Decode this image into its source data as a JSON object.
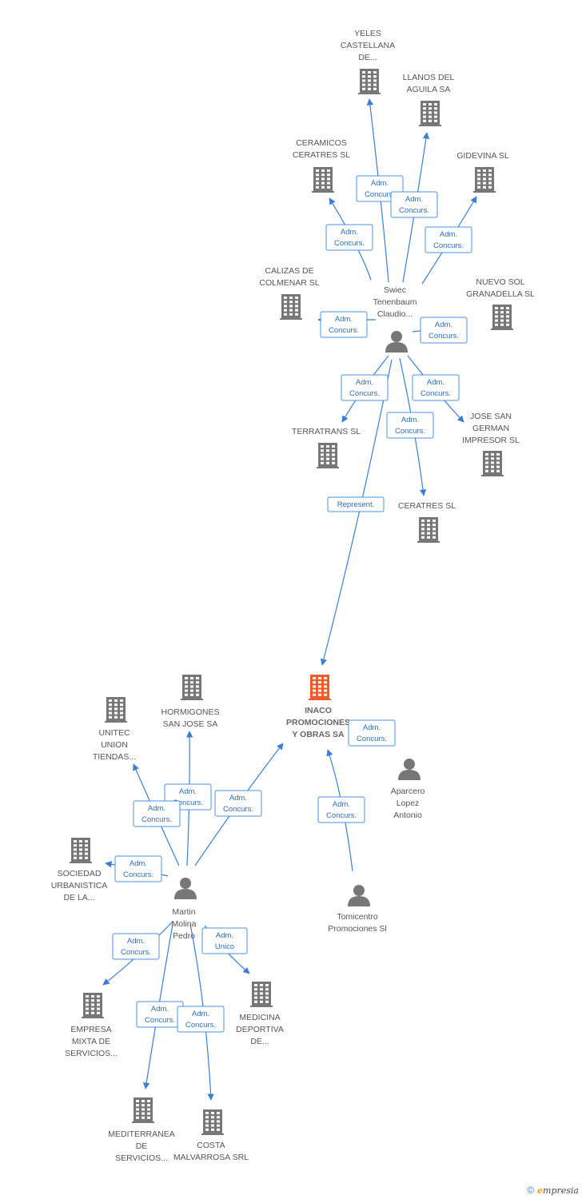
{
  "colors": {
    "edge": "#3a7fd5",
    "building": "#777777",
    "building_main": "#f05a28",
    "person": "#777777"
  },
  "nodes": [
    {
      "id": "yeles",
      "type": "company",
      "label": [
        "YELES",
        "CASTELLANA",
        "DE..."
      ]
    },
    {
      "id": "llanos",
      "type": "company",
      "label": [
        "LLANOS DEL",
        "AGUILA SA"
      ]
    },
    {
      "id": "ceramicos",
      "type": "company",
      "label": [
        "CERAMICOS",
        "CERATRES SL"
      ]
    },
    {
      "id": "gidevina",
      "type": "company",
      "label": [
        "GIDEVINA SL"
      ]
    },
    {
      "id": "calizas",
      "type": "company",
      "label": [
        "CALIZAS DE",
        "COLMENAR SL"
      ]
    },
    {
      "id": "nuevosol",
      "type": "company",
      "label": [
        "NUEVO SOL",
        "GRANADELLA SL"
      ]
    },
    {
      "id": "swiec",
      "type": "person",
      "label": [
        "Swiec",
        "Tenenbaum",
        "Claudio..."
      ]
    },
    {
      "id": "terratrans",
      "type": "company",
      "label": [
        "TERRATRANS SL"
      ]
    },
    {
      "id": "josesan",
      "type": "company",
      "label": [
        "JOSE SAN",
        "GERMAN",
        "IMPRESOR SL"
      ]
    },
    {
      "id": "ceratres",
      "type": "company",
      "label": [
        "CERATRES SL"
      ]
    },
    {
      "id": "inaco",
      "type": "company_main",
      "label": [
        "INACO",
        "PROMOCIONES",
        "Y OBRAS SA"
      ]
    },
    {
      "id": "hormigones",
      "type": "company",
      "label": [
        "HORMIGONES",
        "SAN JOSE SA"
      ]
    },
    {
      "id": "unitec",
      "type": "company",
      "label": [
        "UNITEC",
        "UNION",
        "TIENDAS..."
      ]
    },
    {
      "id": "aparcero",
      "type": "person",
      "label": [
        "Aparcero",
        "Lopez",
        "Antonio"
      ]
    },
    {
      "id": "sociedad",
      "type": "company",
      "label": [
        "SOCIEDAD",
        "URBANISTICA",
        "DE LA..."
      ]
    },
    {
      "id": "martin",
      "type": "person",
      "label": [
        "Martin",
        "Molina",
        "Pedro"
      ]
    },
    {
      "id": "tomicentro",
      "type": "person",
      "label": [
        "Tomicentro",
        "Promociones Sl"
      ]
    },
    {
      "id": "empresa",
      "type": "company",
      "label": [
        "EMPRESA",
        "MIXTA DE",
        "SERVICIOS..."
      ]
    },
    {
      "id": "medicina",
      "type": "company",
      "label": [
        "MEDICINA",
        "DEPORTIVA",
        "DE..."
      ]
    },
    {
      "id": "mediterranea",
      "type": "company",
      "label": [
        "MEDITERRANEA",
        "DE",
        "SERVICIOS..."
      ]
    },
    {
      "id": "costa",
      "type": "company",
      "label": [
        "COSTA",
        "MALVARROSA SRL"
      ]
    }
  ],
  "edges": [
    {
      "from": "swiec",
      "to": "yeles",
      "label": [
        "Adm.",
        "Concurs."
      ]
    },
    {
      "from": "swiec",
      "to": "llanos",
      "label": [
        "Adm.",
        "Concurs."
      ]
    },
    {
      "from": "swiec",
      "to": "ceramicos",
      "label": [
        "Adm.",
        "Concurs."
      ]
    },
    {
      "from": "swiec",
      "to": "gidevina",
      "label": [
        "Adm.",
        "Concurs."
      ]
    },
    {
      "from": "swiec",
      "to": "calizas",
      "label": [
        "Adm.",
        "Concurs."
      ]
    },
    {
      "from": "swiec",
      "to": "nuevosol",
      "label": [
        "Adm.",
        "Concurs."
      ]
    },
    {
      "from": "swiec",
      "to": "terratrans",
      "label": [
        "Adm.",
        "Concurs."
      ]
    },
    {
      "from": "swiec",
      "to": "josesan",
      "label": [
        "Adm.",
        "Concurs."
      ]
    },
    {
      "from": "swiec",
      "to": "ceratres",
      "label": [
        "Adm.",
        "Concurs."
      ]
    },
    {
      "from": "swiec",
      "to": "inaco",
      "label": [
        "Represent."
      ]
    },
    {
      "from": "aparcero",
      "to": "inaco",
      "label": [
        "Adm.",
        "Concurs."
      ]
    },
    {
      "from": "tomicentro",
      "to": "inaco",
      "label": [
        "Adm.",
        "Concurs."
      ]
    },
    {
      "from": "martin",
      "to": "inaco",
      "label": [
        "Adm.",
        "Concurs."
      ]
    },
    {
      "from": "martin",
      "to": "hormigones",
      "label": [
        "Adm.",
        "Concurs."
      ]
    },
    {
      "from": "martin",
      "to": "unitec",
      "label": [
        "Adm.",
        "Concurs."
      ]
    },
    {
      "from": "martin",
      "to": "sociedad",
      "label": [
        "Adm.",
        "Concurs."
      ]
    },
    {
      "from": "martin",
      "to": "empresa",
      "label": [
        "Adm.",
        "Concurs."
      ]
    },
    {
      "from": "martin",
      "to": "medicina",
      "label": [
        "Adm.",
        "Unico"
      ]
    },
    {
      "from": "martin",
      "to": "mediterranea",
      "label": [
        "Adm.",
        "Concurs."
      ]
    },
    {
      "from": "martin",
      "to": "costa",
      "label": [
        "Adm.",
        "Concurs."
      ]
    }
  ],
  "footer": {
    "copyright": "©",
    "brand_first": "e",
    "brand_rest": "mpresia"
  }
}
